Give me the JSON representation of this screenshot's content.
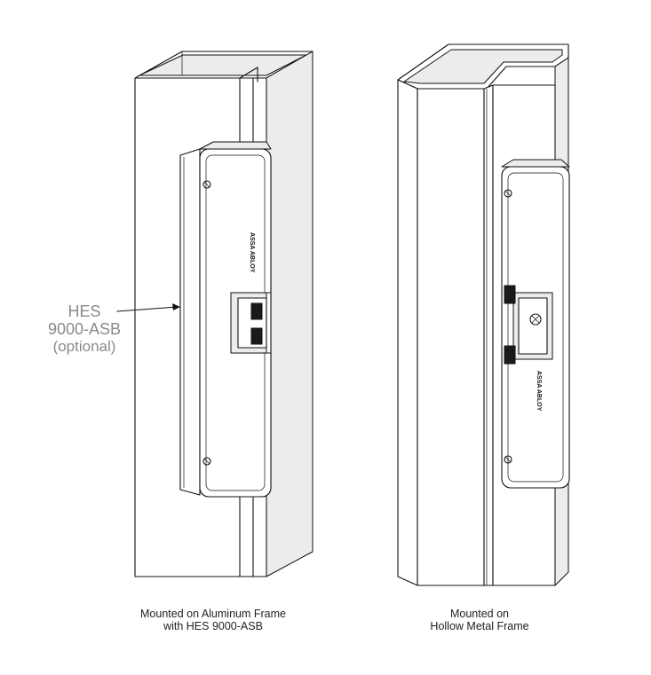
{
  "callout": {
    "line1": "HES",
    "line2": "9000-ASB",
    "line3": "(optional)"
  },
  "figures": [
    {
      "caption_line1": "Mounted on Aluminum Frame",
      "caption_line2": "with HES 9000-ASB"
    },
    {
      "caption_line1": "Mounted on",
      "caption_line2": "Hollow Metal Frame"
    }
  ],
  "brand_mark": "ASSA ABLOY",
  "colors": {
    "line": "#111111",
    "callout_text": "#8a8a8a",
    "caption_text": "#222222"
  }
}
